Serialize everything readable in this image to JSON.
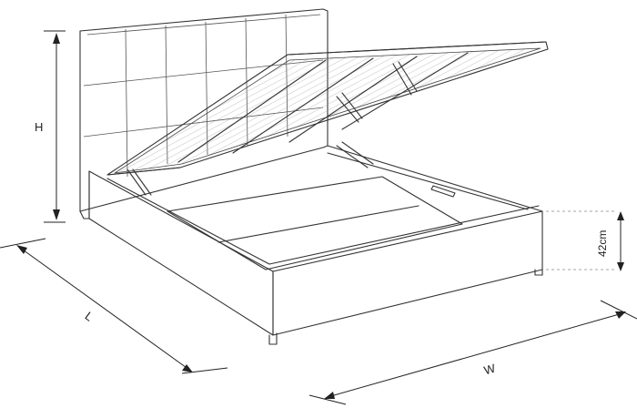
{
  "dimensions": {
    "height_label": "H",
    "length_label": "L",
    "width_label": "W",
    "storage_height_label": "42cm"
  }
}
